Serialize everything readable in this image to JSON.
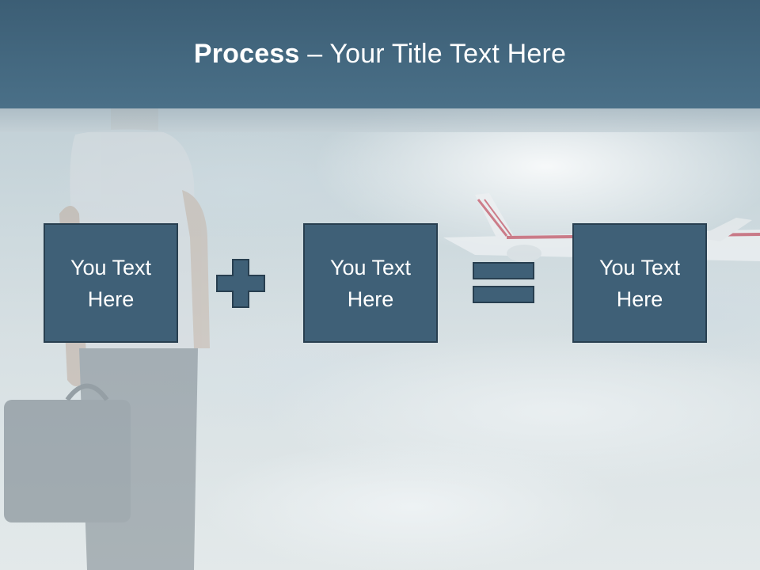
{
  "slide": {
    "title_bold": "Process",
    "title_rest": " – Your Title Text Here"
  },
  "process": {
    "steps": [
      {
        "text": "You Text\nHere"
      },
      {
        "text": "You Text\nHere"
      },
      {
        "text": "You Text\nHere"
      }
    ],
    "operators": [
      "plus-icon",
      "equals-icon"
    ]
  },
  "colors": {
    "header": "#3c5e75",
    "box_fill": "#3f6077",
    "box_border": "#283f50",
    "text": "#ffffff"
  }
}
